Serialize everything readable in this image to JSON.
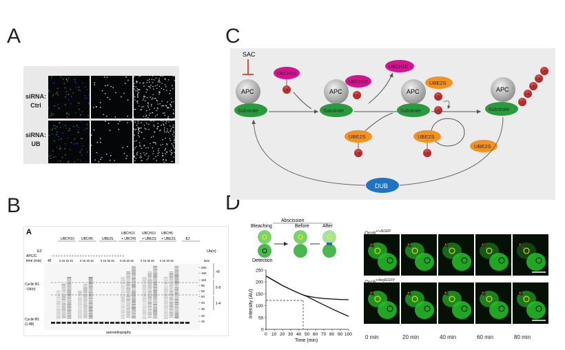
{
  "panels": {
    "a": "A",
    "b": "B",
    "c": "C",
    "d": "D"
  },
  "panel_a": {
    "row1": "siRNA:\nCtrl",
    "row1_l1": "siRNA:",
    "row1_l2": "Ctrl",
    "row2_l1": "siRNA:",
    "row2_l2": "UB"
  },
  "panel_b": {
    "inner_letter": "A",
    "e2_label": "E2",
    "apcc_label": "APC/C",
    "time_label": "time (min)",
    "ub_col": "Ub(n)",
    "groups": [
      "UBCH10",
      "UBCH5",
      "UBE2S",
      "UBCH10\n+ UBCH5",
      "UBCH10\n+ UBE2S",
      "UBCH5\n+ UBE2S",
      "-E2"
    ],
    "group_top": [
      "",
      "",
      "",
      "UBCH10",
      "UBCH10",
      "UBCH5",
      ""
    ],
    "group_bottom": [
      "UBCH10",
      "UBCH5",
      "UBE2S",
      "+ UBCH5",
      "+ UBE2S",
      "+ UBE2S",
      "-E2"
    ],
    "first_time": "45",
    "signs": "- + + + + + + + + + + + + + + + + + + + + + + + + + + +",
    "times": "0 15 30 45",
    "kda": "kDa",
    "markers": [
      "260",
      "160",
      "110",
      "80",
      "60",
      "50",
      "40",
      "30",
      "20",
      "15"
    ],
    "ub_ranges": [
      ">9",
      "5-9",
      "1-4"
    ],
    "cyclin_ub": "Cyclin B1\n- Ub(n)",
    "cyclin_ub_l1": "Cyclin B1",
    "cyclin_ub_l2": "- Ub(n)",
    "cyclin_l1": "Cyclin B1",
    "cyclin_l2": "(1-88)",
    "footer": "autoradiography"
  },
  "panel_c": {
    "sac": "SAC",
    "apc": "APC",
    "substrate": "Substrate",
    "ubch10": "UBCH10",
    "ube2s": "UBE2S",
    "ub": "Ub",
    "dub": "DUB"
  },
  "panel_d": {
    "bleaching": "Bleaching",
    "detection": "Detection",
    "abscission": "Abscission",
    "before": "Before",
    "after": "After",
    "y_label": "Intensity (AU)",
    "x_label": "Time (min)",
    "row1_label": "Orc6",
    "row1_sup": "+/+/EGFP",
    "row2_label": "Orc6",
    "row2_sup": "+/deg/EGFP",
    "times": [
      "0 min",
      "20 min",
      "40 min",
      "60 min",
      "80 min"
    ]
  },
  "chart_data": {
    "type": "line",
    "title": "",
    "xlabel": "Time (min)",
    "ylabel": "Intensity (AU)",
    "x_ticks": [
      0,
      10,
      20,
      30,
      40,
      50,
      60,
      70,
      80,
      90,
      100
    ],
    "y_ticks": [
      0,
      50,
      100,
      150,
      200,
      250
    ],
    "xlim": [
      0,
      100
    ],
    "ylim": [
      0,
      250
    ],
    "series": [
      {
        "values_x": [
          0,
          10,
          20,
          30,
          40,
          45,
          50,
          60,
          70,
          80,
          90,
          100
        ],
        "values_y": [
          225,
          205,
          185,
          168,
          152,
          145,
          140,
          134,
          130,
          128,
          126,
          125
        ]
      },
      {
        "values_x": [
          0,
          10,
          20,
          30,
          40,
          45,
          50,
          60,
          70,
          80,
          90,
          100
        ],
        "values_y": [
          225,
          205,
          185,
          168,
          152,
          145,
          138,
          120,
          103,
          86,
          70,
          55
        ]
      }
    ],
    "guide_y": 122,
    "guide_x": 45
  },
  "colors": {
    "green": "#2a9a3f",
    "magenta": "#d4148f",
    "orange": "#f39221",
    "red": "#c8262b",
    "dub_blue": "#1f73c0",
    "apc_gray": "#b9b9b9",
    "fluor": "#27c02a"
  }
}
